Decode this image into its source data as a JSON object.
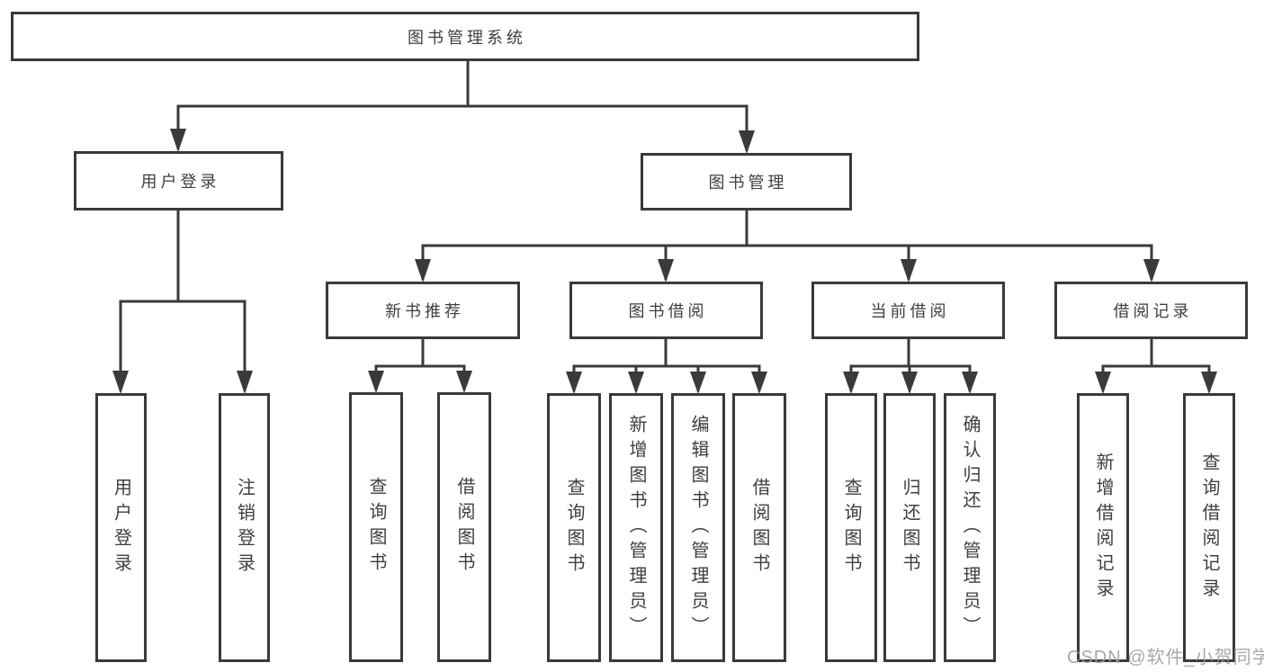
{
  "diagram": {
    "root": {
      "label": "图书管理系统"
    },
    "user_login": {
      "label": "用户登录",
      "children": [
        {
          "label": "用户登录"
        },
        {
          "label": "注销登录"
        }
      ]
    },
    "book_management": {
      "label": "图书管理",
      "sections": [
        {
          "label": "新书推荐",
          "children": [
            {
              "label": "查询图书"
            },
            {
              "label": "借阅图书"
            }
          ]
        },
        {
          "label": "图书借阅",
          "children": [
            {
              "label": "查询图书"
            },
            {
              "label": "新增图书（管理员）"
            },
            {
              "label": "编辑图书（管理员）"
            },
            {
              "label": "借阅图书"
            }
          ]
        },
        {
          "label": "当前借阅",
          "children": [
            {
              "label": "查询图书"
            },
            {
              "label": "归还图书"
            },
            {
              "label": "确认归还（管理员）"
            }
          ]
        },
        {
          "label": "借阅记录",
          "children": [
            {
              "label": "新增借阅记录"
            },
            {
              "label": "查询借阅记录"
            }
          ]
        }
      ]
    },
    "watermark": "CSDN @软件_小贺同学",
    "colors": {
      "line": "#3a3a3a",
      "text": "#3c4043",
      "watermark": "#9e9e9e",
      "background": "#ffffff"
    }
  }
}
